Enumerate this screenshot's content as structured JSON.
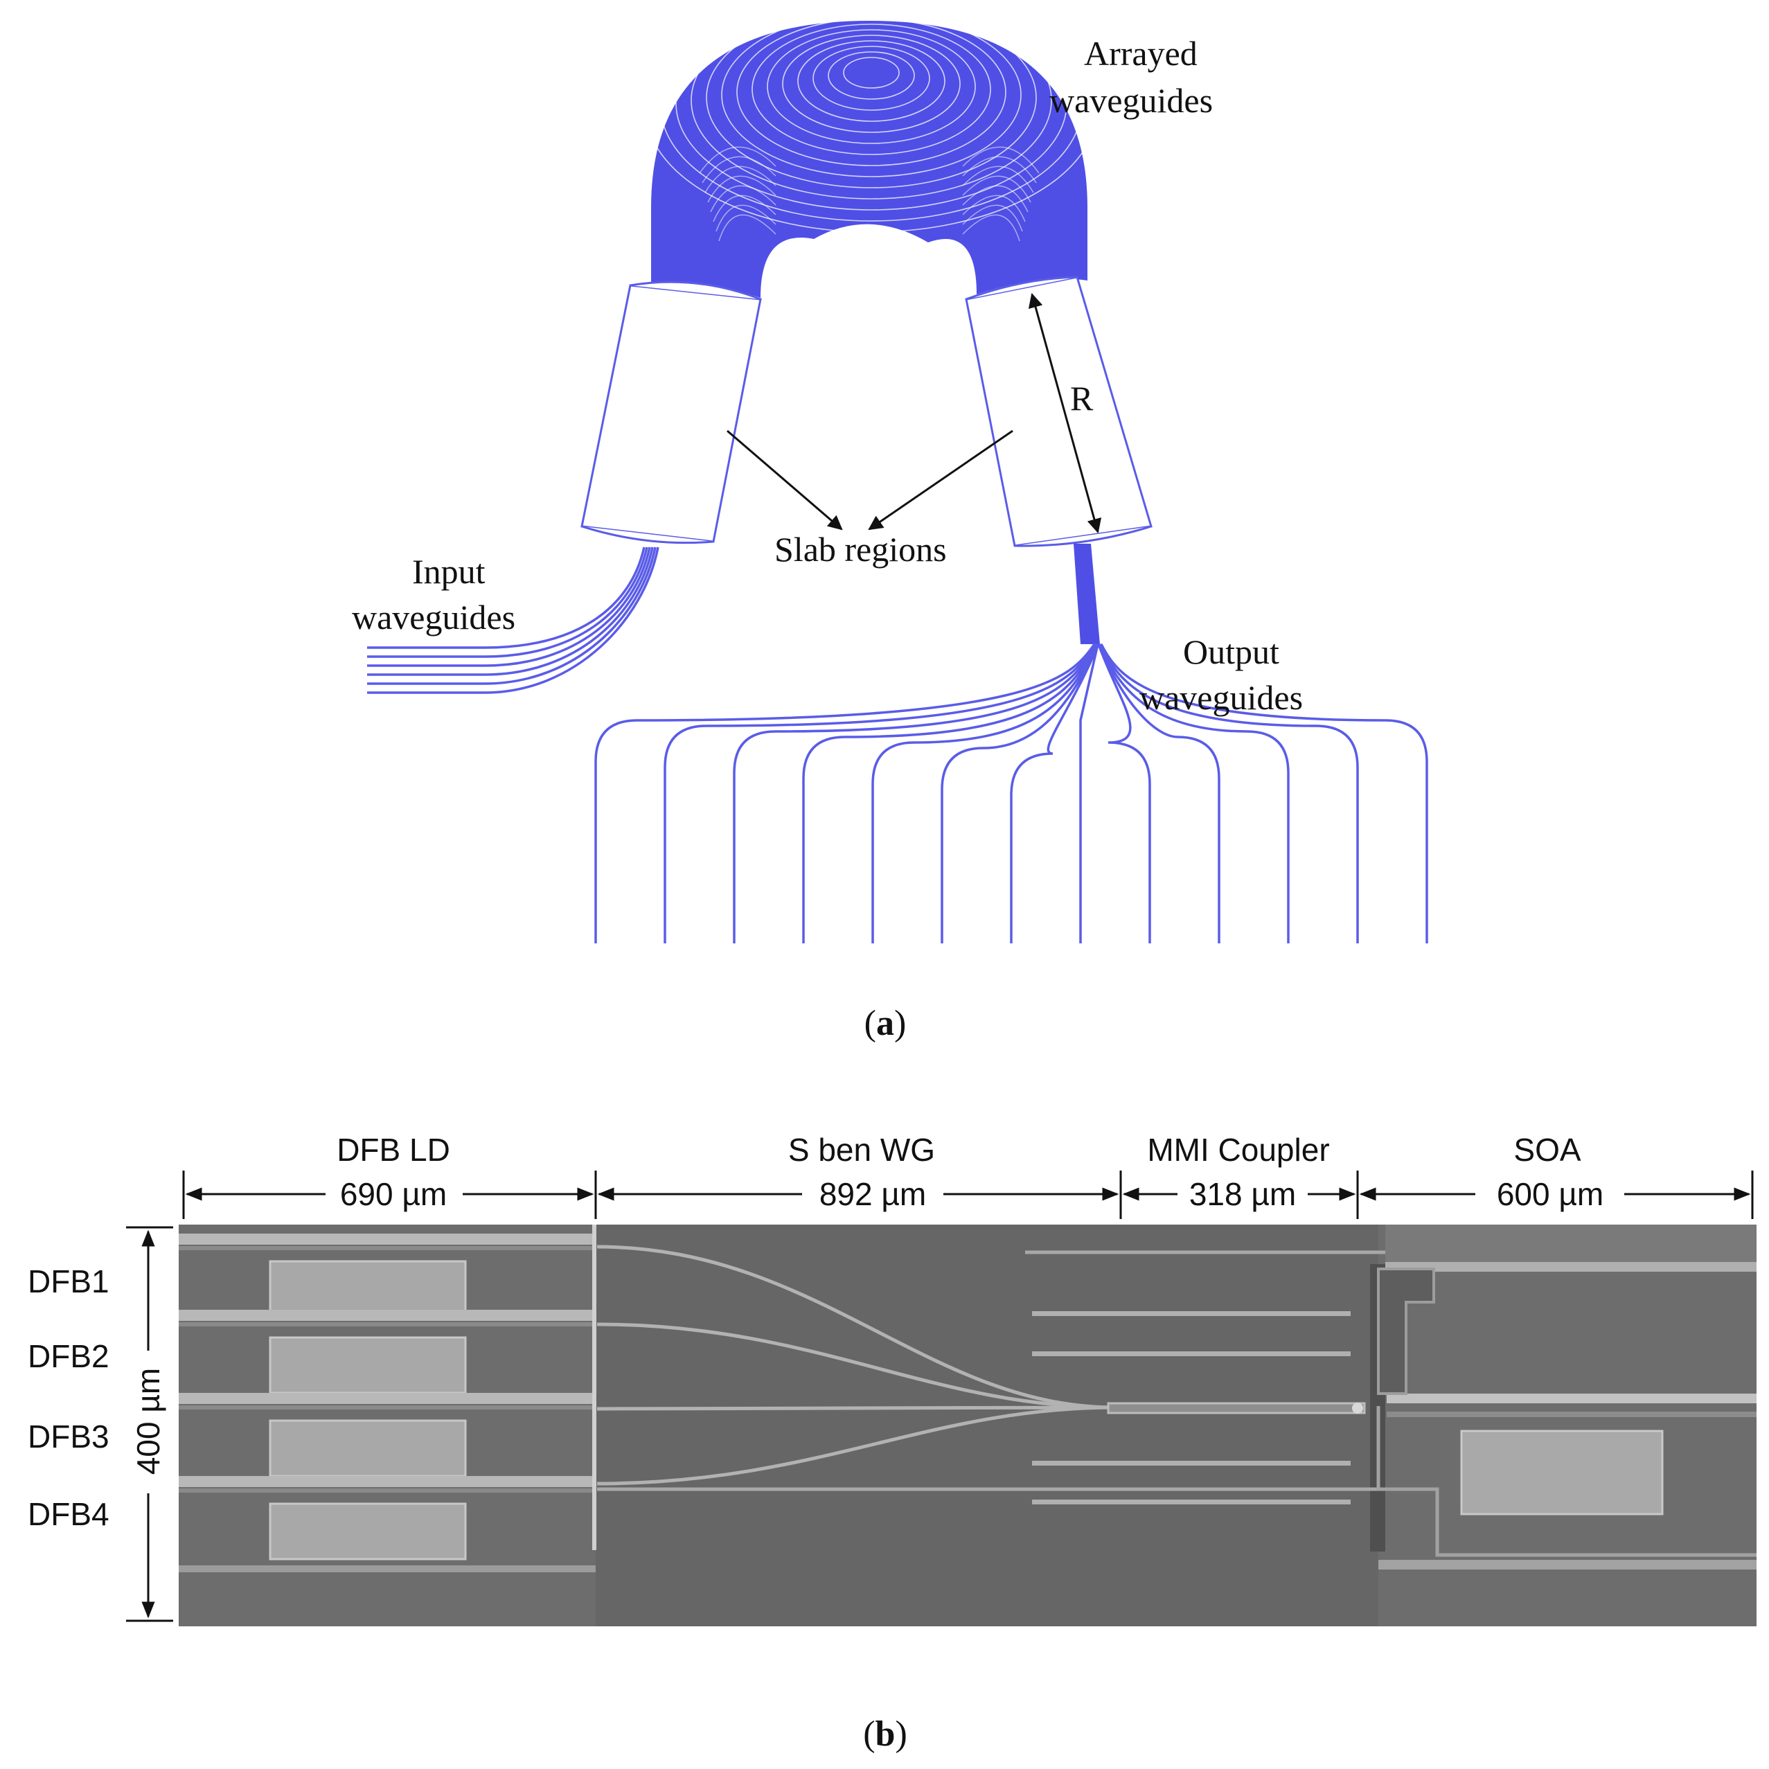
{
  "colors": {
    "waveguide": "#5a5ce8",
    "waveguide_dense": "#4f4fe6",
    "chip_bg": "#6c6c6c",
    "chip_light": "#a8a8a8",
    "text": "#111111"
  },
  "panel_a": {
    "labels": {
      "arrayed_line1": "Arrayed",
      "arrayed_line2": "waveguides",
      "input_line1": "Input",
      "input_line2": "waveguides",
      "slab": "Slab regions",
      "output_line1": "Output",
      "output_line2": "waveguides",
      "radius": "R"
    },
    "caption": {
      "open": "(",
      "letter": "a",
      "close": ")"
    }
  },
  "panel_b": {
    "sections": [
      {
        "name": "DFB LD",
        "length": "690 µm"
      },
      {
        "name": "S ben WG",
        "length": "892 µm"
      },
      {
        "name": "MMI Coupler",
        "length": "318 µm"
      },
      {
        "name": "SOA",
        "length": "600 µm"
      }
    ],
    "lasers": [
      "DFB1",
      "DFB2",
      "DFB3",
      "DFB4"
    ],
    "height_label": "400 µm",
    "caption": {
      "open": "(",
      "letter": "b",
      "close": ")"
    }
  }
}
